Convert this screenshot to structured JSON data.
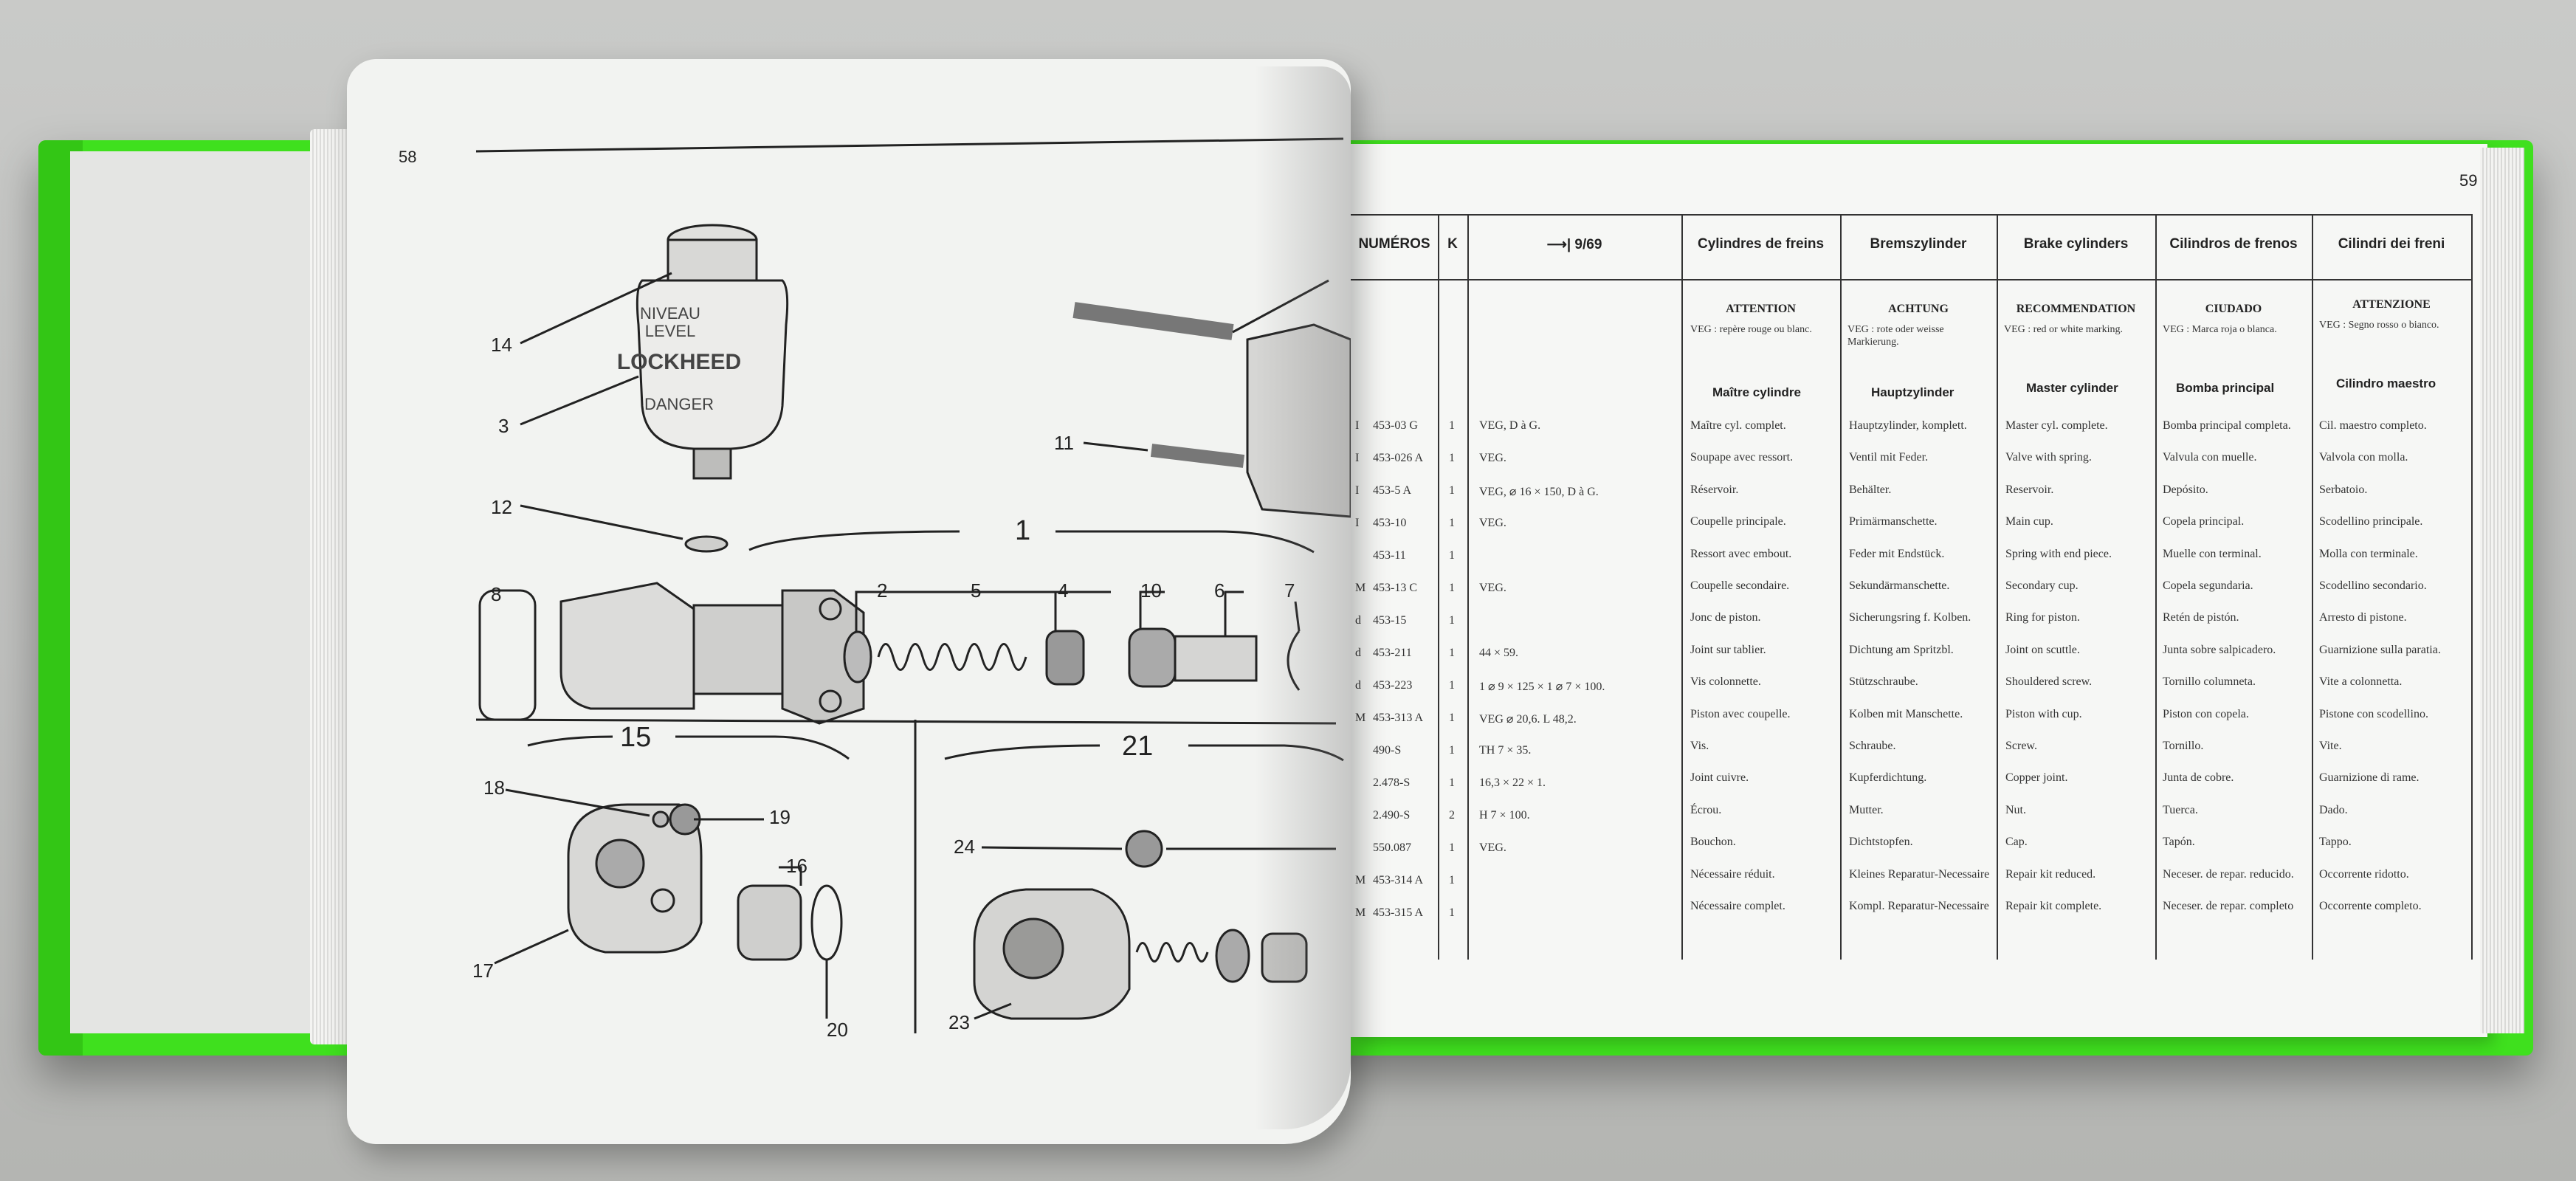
{
  "book": {
    "left_page_number": "58",
    "right_page_number": "59"
  },
  "illustration": {
    "group_labels": [
      "1",
      "15",
      "21"
    ],
    "part_labels": [
      "14",
      "3",
      "12",
      "8",
      "2",
      "5",
      "4",
      "10",
      "6",
      "7",
      "11",
      "18",
      "19",
      "16",
      "17",
      "20",
      "24",
      "23"
    ],
    "reservoir_text": [
      "NIVEAU",
      "LEVEL",
      "LOCKHEED",
      "DANGER"
    ]
  },
  "table": {
    "headers": [
      "NUMÉROS",
      "K",
      "⟶| 9/69",
      "Cylindres de freins",
      "Bremszylinder",
      "Brake cylinders",
      "Cilindros de frenos",
      "Cilindri dei freni"
    ],
    "notes": [
      {
        "title": "ATTENTION",
        "text": "VEG : repère rouge ou blanc."
      },
      {
        "title": "ACHTUNG",
        "text": "VEG : rote oder weisse Markierung."
      },
      {
        "title": "RECOMMENDATION",
        "text": "VEG : red or white marking."
      },
      {
        "title": "CIUDADO",
        "text": "VEG : Marca roja o blanca."
      },
      {
        "title": "ATTENZIONE",
        "text": "VEG : Segno rosso o bianco."
      }
    ],
    "subheads": [
      "Maître cylindre",
      "Hauptzylinder",
      "Master cylinder",
      "Bomba principal",
      "Cilindro maestro"
    ],
    "rows": [
      {
        "p": "I",
        "num": "453-03 G",
        "k": "1",
        "spec": "VEG, D à G.",
        "fr": "Maître cyl. complet.",
        "de": "Hauptzylinder, komplett.",
        "en": "Master cyl. complete.",
        "es": "Bomba principal completa.",
        "it": "Cil. maestro completo."
      },
      {
        "p": "I",
        "num": "453-026 A",
        "k": "1",
        "spec": "VEG.",
        "fr": "Soupape avec ressort.",
        "de": "Ventil mit Feder.",
        "en": "Valve with spring.",
        "es": "Valvula con muelle.",
        "it": "Valvola con molla."
      },
      {
        "p": "I",
        "num": "453-5 A",
        "k": "1",
        "spec": "VEG, ⌀ 16 × 150, D à G.",
        "fr": "Réservoir.",
        "de": "Behälter.",
        "en": "Reservoir.",
        "es": "Depósito.",
        "it": "Serbatoio."
      },
      {
        "p": "I",
        "num": "453-10",
        "k": "1",
        "spec": "VEG.",
        "fr": "Coupelle principale.",
        "de": "Primärmanschette.",
        "en": "Main cup.",
        "es": "Copela principal.",
        "it": "Scodellino principale."
      },
      {
        "p": "",
        "num": "453-11",
        "k": "1",
        "spec": "",
        "fr": "Ressort avec embout.",
        "de": "Feder mit Endstück.",
        "en": "Spring with end piece.",
        "es": "Muelle con terminal.",
        "it": "Molla con terminale."
      },
      {
        "p": "M",
        "num": "453-13 C",
        "k": "1",
        "spec": "VEG.",
        "fr": "Coupelle secondaire.",
        "de": "Sekundärmanschette.",
        "en": "Secondary cup.",
        "es": "Copela segundaria.",
        "it": "Scodellino secondario."
      },
      {
        "p": "d",
        "num": "453-15",
        "k": "1",
        "spec": "",
        "fr": "Jonc de piston.",
        "de": "Sicherungsring f. Kolben.",
        "en": "Ring for piston.",
        "es": "Retén de pistón.",
        "it": "Arresto di pistone."
      },
      {
        "p": "d",
        "num": "453-211",
        "k": "1",
        "spec": "44 × 59.",
        "fr": "Joint sur tablier.",
        "de": "Dichtung am Spritzbl.",
        "en": "Joint on scuttle.",
        "es": "Junta sobre salpicadero.",
        "it": "Guarnizione sulla paratia."
      },
      {
        "p": "d",
        "num": "453-223",
        "k": "1",
        "spec": "1 ⌀ 9 × 125 × 1 ⌀ 7 × 100.",
        "fr": "Vis colonnette.",
        "de": "Stützschraube.",
        "en": "Shouldered screw.",
        "es": "Tornillo columneta.",
        "it": "Vite a colonnetta."
      },
      {
        "p": "M",
        "num": "453-313 A",
        "k": "1",
        "spec": "VEG ⌀ 20,6. L 48,2.",
        "fr": "Piston avec coupelle.",
        "de": "Kolben mit Manschette.",
        "en": "Piston with cup.",
        "es": "Piston con copela.",
        "it": "Pistone con scodellino."
      },
      {
        "p": "",
        "num": "490-S",
        "k": "1",
        "spec": "TH 7 × 35.",
        "fr": "Vis.",
        "de": "Schraube.",
        "en": "Screw.",
        "es": "Tornillo.",
        "it": "Vite."
      },
      {
        "p": "",
        "num": "2.478-S",
        "k": "1",
        "spec": "16,3 × 22 × 1.",
        "fr": "Joint cuivre.",
        "de": "Kupferdichtung.",
        "en": "Copper joint.",
        "es": "Junta de cobre.",
        "it": "Guarnizione di rame."
      },
      {
        "p": "",
        "num": "2.490-S",
        "k": "2",
        "spec": "H 7 × 100.",
        "fr": "Écrou.",
        "de": "Mutter.",
        "en": "Nut.",
        "es": "Tuerca.",
        "it": "Dado."
      },
      {
        "p": "",
        "num": "550.087",
        "k": "1",
        "spec": "VEG.",
        "fr": "Bouchon.",
        "de": "Dichtstopfen.",
        "en": "Cap.",
        "es": "Tapón.",
        "it": "Tappo."
      },
      {
        "p": "M",
        "num": "453-314 A",
        "k": "1",
        "spec": "",
        "fr": "Nécessaire réduit.",
        "de": "Kleines Reparatur-Necessaire",
        "en": "Repair kit reduced.",
        "es": "Neceser. de repar. reducido.",
        "it": "Occorrente ridotto."
      },
      {
        "p": "M",
        "num": "453-315 A",
        "k": "1",
        "spec": "",
        "fr": "Nécessaire complet.",
        "de": "Kompl. Reparatur-Necessaire",
        "en": "Repair kit complete.",
        "es": "Neceser. de repar. completo",
        "it": "Occorrente completo."
      }
    ]
  }
}
